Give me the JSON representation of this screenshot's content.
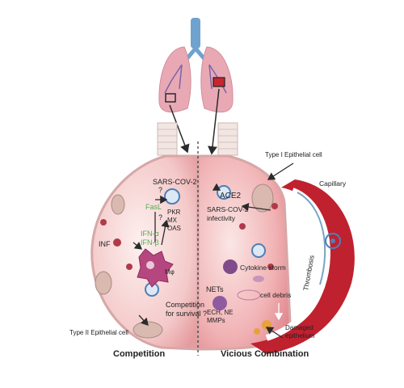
{
  "labels": {
    "sars_cov2_left": "SARS-COV-2",
    "q1": "?",
    "q2": "?",
    "fasl": "FasL",
    "pkr": "PKR",
    "mx": "MX",
    "oas": "OAS",
    "ifn_a": "IFN-α",
    "ifn_b": "IFN-β",
    "inf": "INF",
    "mphi": "Mφ",
    "competition_survival_1": "Competition",
    "competition_survival_2": "for survival ?",
    "type2_cell": "Type II Epithelial cell",
    "type1_cell": "Type I Epithelial cell",
    "ace2": "ACE2",
    "sars_infectivity_1": "SARS-COV-2",
    "sars_infectivity_2": "infectivity",
    "capillary": "Capillary",
    "cytokine_storm": "Cytokine storm",
    "nets": "NETs",
    "ech_ne": "ECH, NE",
    "mmps": "MMPs",
    "cell_debris": "cell debris",
    "thrombosis": "Thrombosis",
    "damaged_1": "Damaged",
    "damaged_2": "epithelium",
    "competition_title": "Competition",
    "vicious_title": "Vicious Combination"
  },
  "colors": {
    "lung": "#e8a9b4",
    "alveolus_left": "#f4c9c9",
    "alveolus_right": "#f1b3b5",
    "virus": "#4f7fb8",
    "macrophage": "#b6467f",
    "arrow": "#2b2b2b",
    "green_text": "#4caf50",
    "vessel": "#c0212f"
  }
}
